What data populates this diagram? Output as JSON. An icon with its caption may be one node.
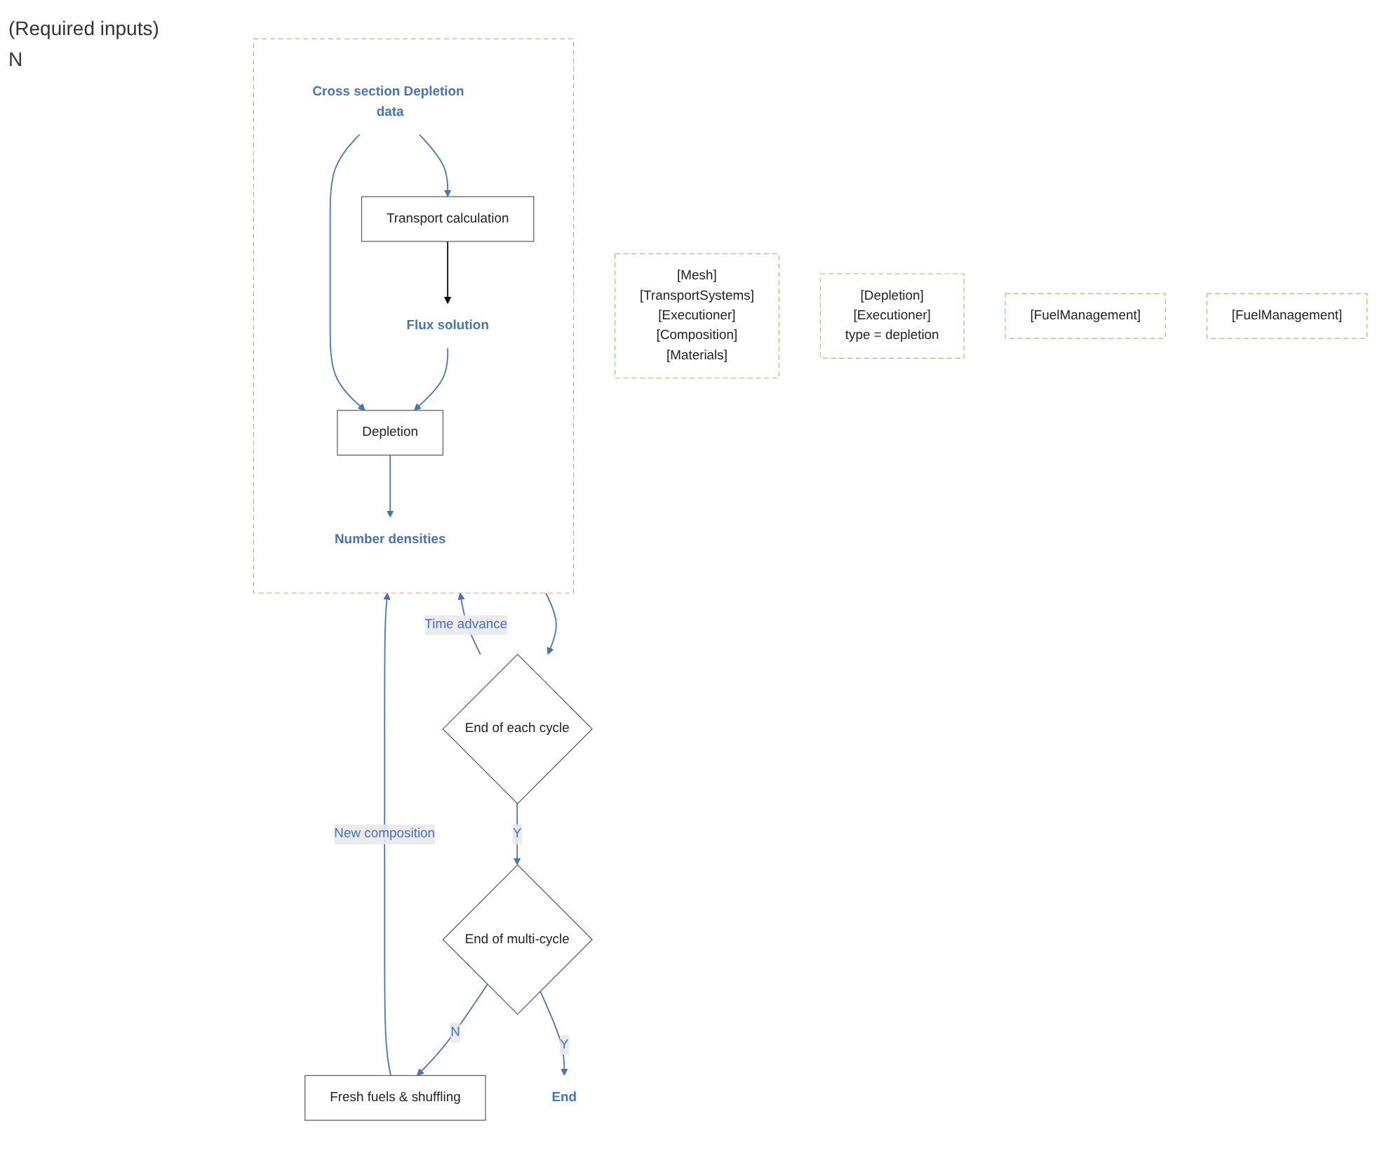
{
  "diagram": {
    "nodes": [
      {
        "text": [],
        "shape": "box"
      },
      {
        "text": [
          "Transport calculation"
        ],
        "in": 0
      },
      {
        "text": [
          "Cross section Depletion data"
        ],
        "in": 0
      },
      {
        "text": [
          "Flux solution"
        ],
        "in": 0
      },
      {
        "text": [
          "Depletion"
        ],
        "in": 0
      },
      {
        "text": [
          "Number densities"
        ],
        "in": 0
      },
      {
        "text": [
          "End of each cycle"
        ]
      },
      {
        "text": [
          "End of multi-cycle"
        ]
      },
      {
        "text": [
          "Fresh fuels & shuffling"
        ]
      },
      {
        "text": [
          "End"
        ]
      },
      {
        "text": [
          "[Mesh]",
          "[TransportSystems]",
          "[Executioner]",
          "[Composition]",
          "[Materials]"
        ]
      },
      {
        "text": [
          "[Depletion]",
          "[Executioner]",
          "type = depletion"
        ]
      },
      {
        "text": [
          "[FuelManagement]"
        ]
      },
      {
        "text": [
          "[FuelManagement]"
        ]
      }
    ],
    "edges": [
      {
        "from": 2,
        "to": 1,
        "arrow": "to"
      },
      {
        "from": 2,
        "to": 4,
        "arrow": "to"
      },
      {
        "from": 1,
        "to": 3,
        "arrow": "to",
        "color": "#000000"
      },
      {
        "from": 3,
        "to": 4,
        "arrow": "to"
      },
      {
        "from": 4,
        "to": 5,
        "arrow": "to"
      },
      {
        "from": 0,
        "to": 6,
        "arrow": "to"
      },
      {
        "from": 6,
        "to": 0,
        "arrow": "to",
        "label": "Time advance"
      },
      {
        "from": 6,
        "to": 7,
        "arrow": "to",
        "label": "Y"
      },
      {
        "from": 7,
        "to": 8,
        "arrow": "to",
        "label": "N"
      },
      {
        "from": 8,
        "to": 0,
        "arrow": "to",
        "label": "New composition"
      },
      {
        "from": 7,
        "to": 9,
        "arrow": "to",
        "label": "Y"
      }
    ],
    "labels": [
      "(Required inputs)",
      "N"
    ]
  }
}
